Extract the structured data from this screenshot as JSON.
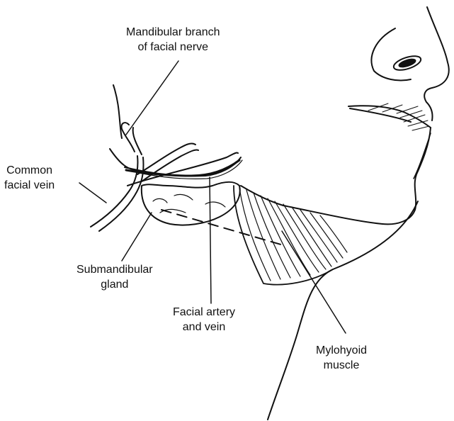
{
  "labels": {
    "mandibular_branch": {
      "line1": "Mandibular branch",
      "line2": "of facial nerve"
    },
    "common_facial_vein": {
      "line1": "Common",
      "line2": "facial vein"
    },
    "submandibular_gland": {
      "line1": "Submandibular",
      "line2": "gland"
    },
    "facial_artery_vein": {
      "line1": "Facial artery",
      "line2": "and vein"
    },
    "mylohyoid_muscle": {
      "line1": "Mylohyoid",
      "line2": "muscle"
    }
  },
  "colors": {
    "ink": "#111111",
    "background": "#ffffff"
  }
}
